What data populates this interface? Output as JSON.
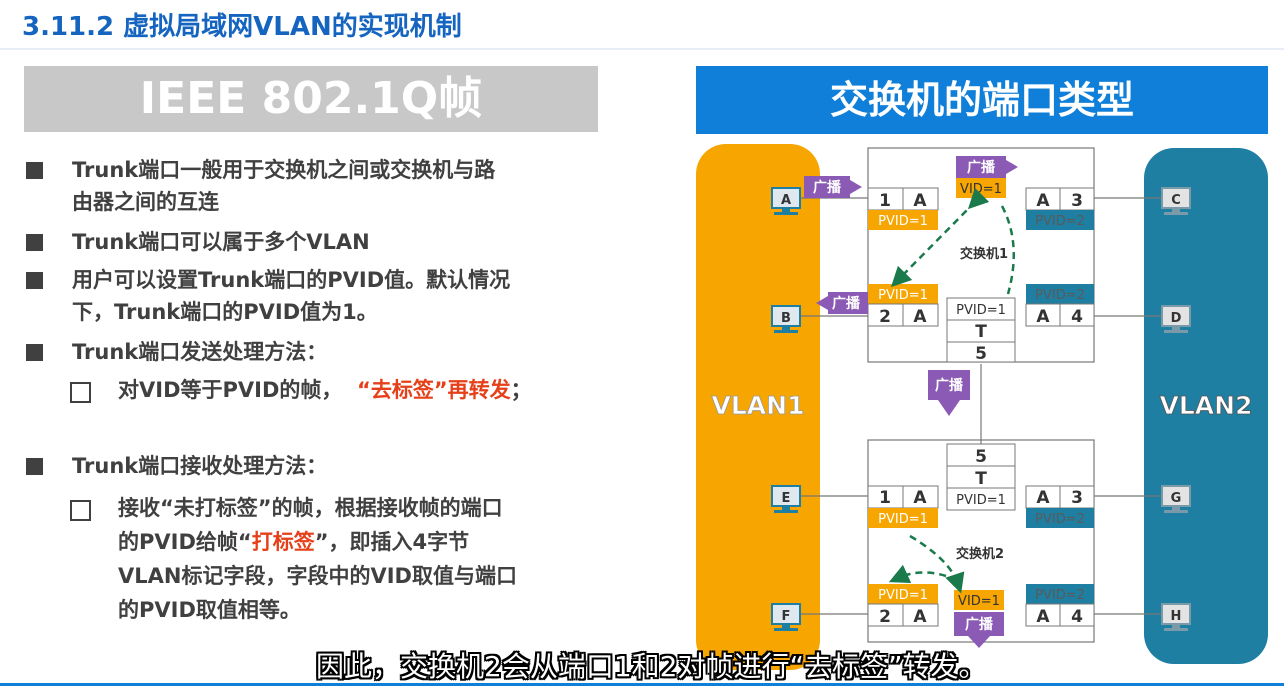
{
  "title": "3.11.2 虚拟局域网VLAN的实现机制",
  "left": {
    "banner": "IEEE 802.1Q帧",
    "bullets": [
      {
        "lines": [
          "Trunk端口一般用于交换机之间或交换机与路",
          "由器之间的互连"
        ]
      },
      {
        "lines": [
          "Trunk端口可以属于多个VLAN"
        ]
      },
      {
        "lines": [
          "用户可以设置Trunk端口的PVID值。默认情况",
          "下，Trunk端口的PVID值为1。"
        ]
      },
      {
        "lines": [
          "Trunk端口发送处理方法："
        ]
      },
      {
        "lines": [
          "Trunk端口接收处理方法："
        ]
      }
    ],
    "send_rule": {
      "pre": "对VID等于PVID的帧，",
      "highlight": "“去标签”再转发",
      "post": "；"
    },
    "recv_rule": {
      "line1": "接收“未打标签”的帧，根据接收帧的端口",
      "line2_pre": "的PVID给帧“",
      "line2_highlight": "打标签",
      "line2_post": "”，即插入4字节",
      "line3": "VLAN标记字段，字段中的VID取值与端口",
      "line4": "的PVID取值相等。"
    }
  },
  "right": {
    "banner": "交换机的端口类型",
    "vlan1": "VLAN1",
    "vlan2": "VLAN2",
    "broadcast": "广播",
    "switch1": "交换机1",
    "switch2": "交换机2",
    "vid1": "VID=1",
    "pvid1": "PVID=1",
    "pvid2": "PVID=2",
    "port_access": "A",
    "port_trunk": "T",
    "port_nums": [
      "1",
      "2",
      "3",
      "4",
      "5"
    ],
    "hosts": [
      "A",
      "B",
      "C",
      "D",
      "E",
      "F",
      "G",
      "H"
    ]
  },
  "colors": {
    "vlan1": "#f7a500",
    "vlan2": "#1e7fa3",
    "broadcast": "#8a5ab5",
    "pvid_orange": "#f7a500",
    "pvid_teal": "#1e7fa3",
    "title_blue": "#1565c0",
    "highlight_red": "#e6401a"
  },
  "subtitle": "因此，交换机2会从端口1和2对帧进行“去标签”转发。"
}
